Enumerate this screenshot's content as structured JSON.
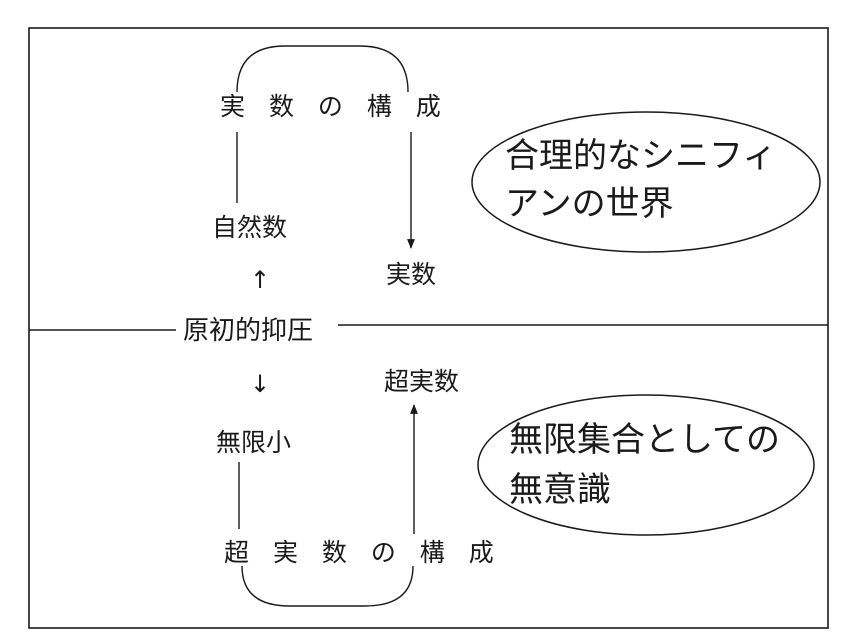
{
  "diagram": {
    "top_region": {
      "construction_label": "実 数 の 構 成",
      "natural_numbers": "自然数",
      "real_numbers": "実数",
      "ellipse_text_line1": "合理的なシニフィ",
      "ellipse_text_line2": "アンの世界"
    },
    "divider_label": "原初的抑圧",
    "arrow_up_glyph": "↑",
    "arrow_down_glyph": "↓",
    "bottom_region": {
      "hyperreal_numbers": "超実数",
      "infinitesimal": "無限小",
      "construction_label": "超 実 数 の 構 成",
      "ellipse_text_line1": "無限集合としての",
      "ellipse_text_line2": "無意識"
    }
  }
}
